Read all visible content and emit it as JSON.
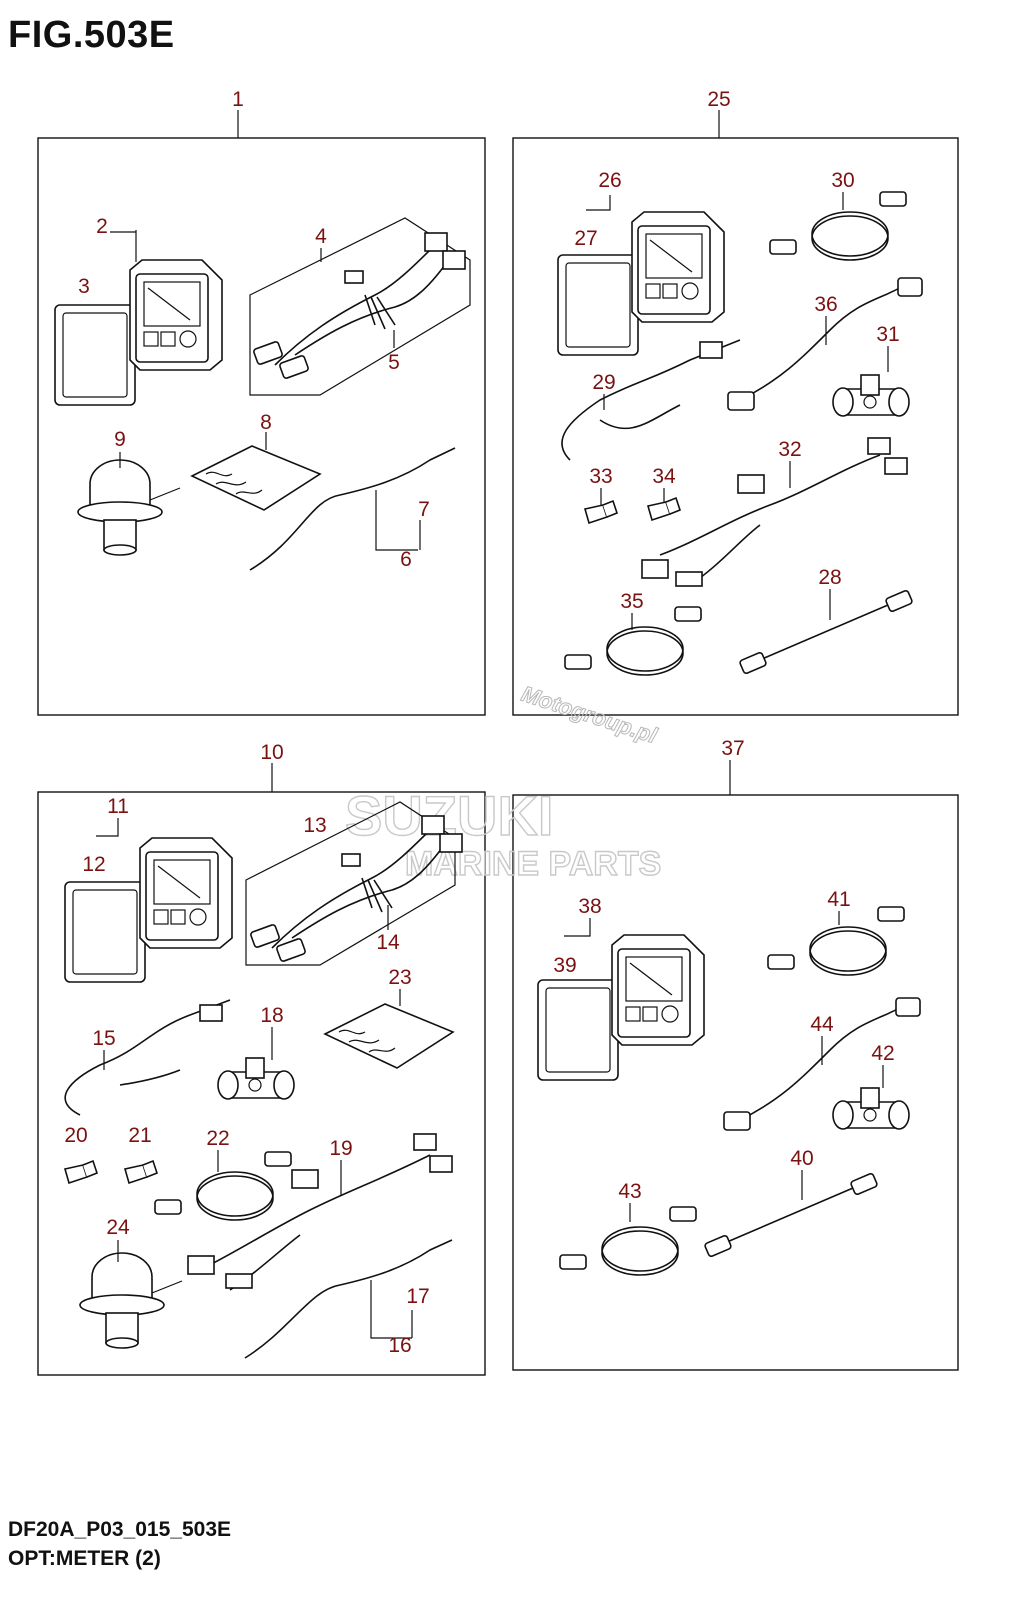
{
  "figure": {
    "title": "FIG.503E",
    "code": "DF20A_P03_015_503E",
    "name": "OPT:METER (2)"
  },
  "watermarks": {
    "site": "Motogroup.pl",
    "brand": "SUZUKI",
    "brand_sub": "MARINE PARTS"
  },
  "groups": [
    {
      "label": "1",
      "parts": [
        "2",
        "3",
        "4",
        "5",
        "6",
        "7",
        "8",
        "9"
      ]
    },
    {
      "label": "25",
      "parts": [
        "26",
        "27",
        "28",
        "29",
        "30",
        "31",
        "32",
        "33",
        "34",
        "35",
        "36"
      ]
    },
    {
      "label": "10",
      "parts": [
        "11",
        "12",
        "13",
        "14",
        "15",
        "16",
        "17",
        "18",
        "19",
        "20",
        "21",
        "22",
        "23",
        "24"
      ]
    },
    {
      "label": "37",
      "parts": [
        "38",
        "39",
        "40",
        "41",
        "42",
        "43",
        "44"
      ]
    }
  ],
  "callouts": {
    "c1": "1",
    "c2": "2",
    "c3": "3",
    "c4": "4",
    "c5": "5",
    "c6": "6",
    "c7": "7",
    "c8": "8",
    "c9": "9",
    "c10": "10",
    "c11": "11",
    "c12": "12",
    "c13": "13",
    "c14": "14",
    "c15": "15",
    "c16": "16",
    "c17": "17",
    "c18": "18",
    "c19": "19",
    "c20": "20",
    "c21": "21",
    "c22": "22",
    "c23": "23",
    "c24": "24",
    "c25": "25",
    "c26": "26",
    "c27": "27",
    "c28": "28",
    "c29": "29",
    "c30": "30",
    "c31": "31",
    "c32": "32",
    "c33": "33",
    "c34": "34",
    "c35": "35",
    "c36": "36",
    "c37": "37",
    "c38": "38",
    "c39": "39",
    "c40": "40",
    "c41": "41",
    "c42": "42",
    "c43": "43",
    "c44": "44"
  }
}
